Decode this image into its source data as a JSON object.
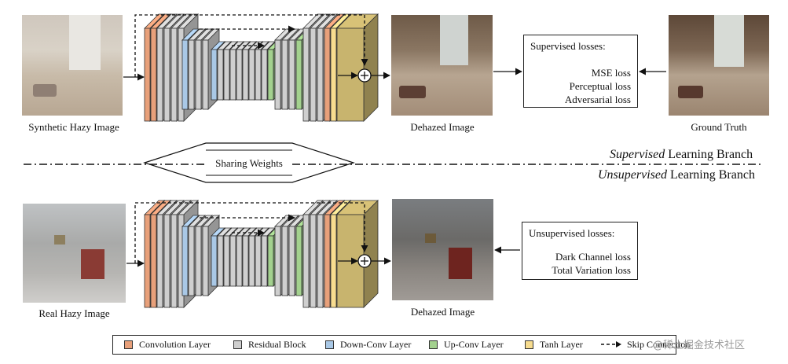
{
  "supervised": {
    "input_caption": "Synthetic Hazy Image",
    "output_caption": "Dehazed Image",
    "gt_caption": "Ground Truth",
    "loss_title": "Supervised losses:",
    "losses": [
      "MSE loss",
      "Perceptual loss",
      "Adversarial loss"
    ]
  },
  "sharing_label": "Sharing Weights",
  "branch_supervised": {
    "em": "Supervised",
    "rest": " Learning Branch"
  },
  "branch_unsupervised": {
    "em": "Unsupervised",
    "rest": " Learning Branch"
  },
  "unsupervised": {
    "input_caption": "Real Hazy Image",
    "output_caption": "Dehazed Image",
    "loss_title": "Unsupervised losses:",
    "losses": [
      "Dark Channel loss",
      "Total Variation loss"
    ]
  },
  "legend": [
    {
      "label": "Convolution Layer",
      "color": "#e8a07a"
    },
    {
      "label": "Residual Block",
      "color": "#cfcfcf"
    },
    {
      "label": "Down-Conv Layer",
      "color": "#a9c8e6"
    },
    {
      "label": "Up-Conv Layer",
      "color": "#a3d18e"
    },
    {
      "label": "Tanh Layer",
      "color": "#f7dc8f"
    },
    {
      "label": "Skip Connection",
      "color": "#111111"
    }
  ],
  "watermark": "@稀土掘金技术社区"
}
